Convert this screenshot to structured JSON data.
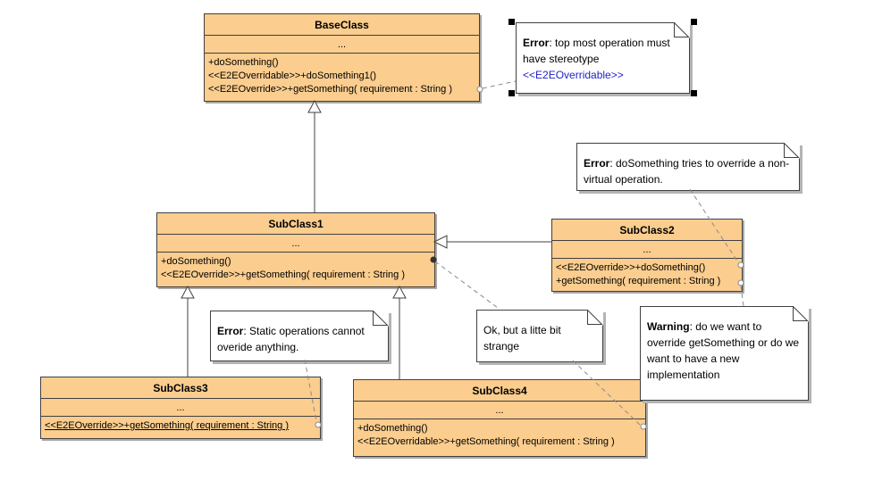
{
  "diagram": {
    "background": "#ffffff",
    "class_fill": "#FBCD8E",
    "class_border": "#404040",
    "note_fill": "#ffffff",
    "shadow_color": "#a8a8a8",
    "connector_dashed_color": "#8a8a8a",
    "stereotype_link_color": "#2222CC"
  },
  "classes": [
    {
      "name": "BaseClass",
      "attributes": "...",
      "operations": [
        "+doSomething()",
        "<<E2EOverridable>>+doSomething1()",
        "<<E2EOverride>>+getSomething( requirement : String )"
      ]
    },
    {
      "name": "SubClass1",
      "attributes": "...",
      "operations": [
        "+doSomething()",
        "<<E2EOverride>>+getSomething( requirement : String )"
      ]
    },
    {
      "name": "SubClass2",
      "attributes": "...",
      "operations": [
        "<<E2EOverride>>+doSomething()",
        "+getSomething( requirement : String )"
      ]
    },
    {
      "name": "SubClass3",
      "attributes": "...",
      "operations": [
        "<<E2EOverride>>+getSomething( requirement : String )"
      ]
    },
    {
      "name": "SubClass4",
      "attributes": "...",
      "operations": [
        "+doSomething()",
        "<<E2EOverridable>>+getSomething( requirement : String )"
      ]
    }
  ],
  "notes": [
    {
      "keyword": "Error",
      "body": ": top most operation must have stereotype",
      "stereotype": "<<E2EOverridable>>"
    },
    {
      "keyword": "Error",
      "body": ": doSomething tries to override a non-virtual operation."
    },
    {
      "keyword": "Error",
      "body": ": Static operations cannot overide anything."
    },
    {
      "keyword": "",
      "body": "Ok, but a litte bit strange"
    },
    {
      "keyword": "Warning",
      "body": ": do we want to override getSomething or do we want to have a new implementation"
    }
  ]
}
